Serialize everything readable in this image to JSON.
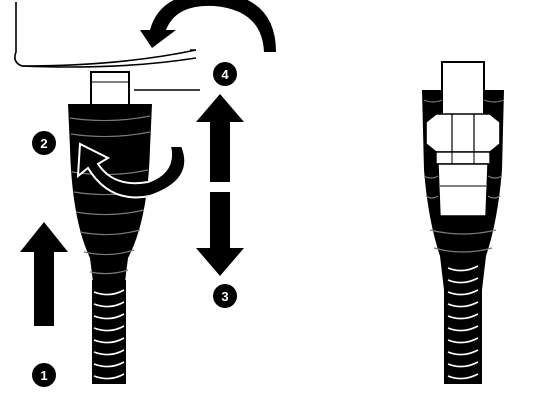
{
  "illustration": {
    "steps": [
      {
        "number": "1",
        "direction": "up"
      },
      {
        "number": "2",
        "direction": "curve-left"
      },
      {
        "number": "3",
        "direction": "down"
      },
      {
        "number": "4",
        "direction": "rotate"
      }
    ],
    "colors": {
      "ink": "#000000",
      "paper": "#ffffff",
      "highlight": "#7a7a7a"
    },
    "panels": [
      "installation-steps",
      "installed-result"
    ]
  }
}
